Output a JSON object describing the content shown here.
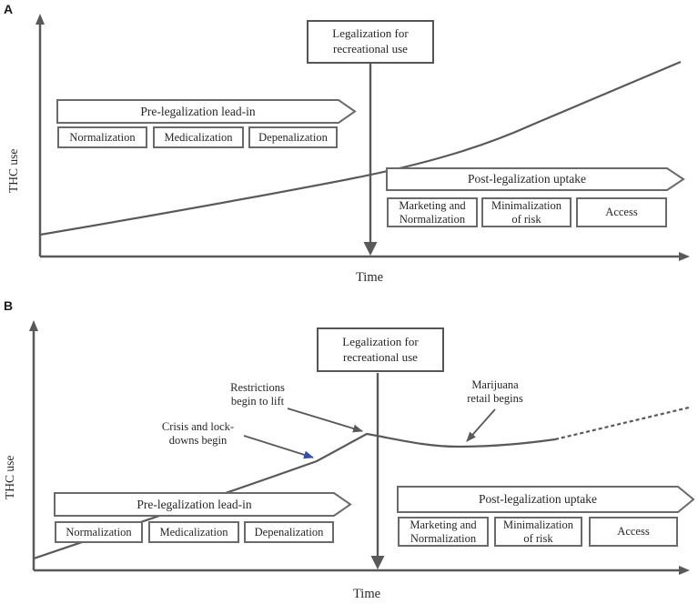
{
  "colors": {
    "line": "#595959",
    "box_border": "#6a6a6a",
    "event_box_border": "#555555",
    "text": "#262626",
    "crisis_arrowhead_blue": "#3350a5"
  },
  "panel_a": {
    "label": "A",
    "y_axis_label": "THC use",
    "x_axis_label": "Time",
    "event_label": "Legalization for recreational use",
    "pre_banner": "Pre-legalization lead-in",
    "pre_phases": [
      "Normalization",
      "Medicalization",
      "Depenalization"
    ],
    "post_banner": "Post-legalization uptake",
    "post_phases": [
      "Marketing and Normalization",
      "Minimalization of risk",
      "Access"
    ]
  },
  "panel_b": {
    "label": "B",
    "y_axis_label": "THC use",
    "x_axis_label": "Time",
    "event_label": "Legalization for recreational use",
    "annotations": {
      "crisis": "Crisis and lock-downs begin",
      "restrictions": "Restrictions begin to lift",
      "marijuana": "Marijuana retail begins"
    },
    "pre_banner": "Pre-legalization lead-in",
    "pre_phases": [
      "Normalization",
      "Medicalization",
      "Depenalization"
    ],
    "post_banner": "Post-legalization uptake",
    "post_phases": [
      "Marketing and Normalization",
      "Minimalization of risk",
      "Access"
    ]
  }
}
